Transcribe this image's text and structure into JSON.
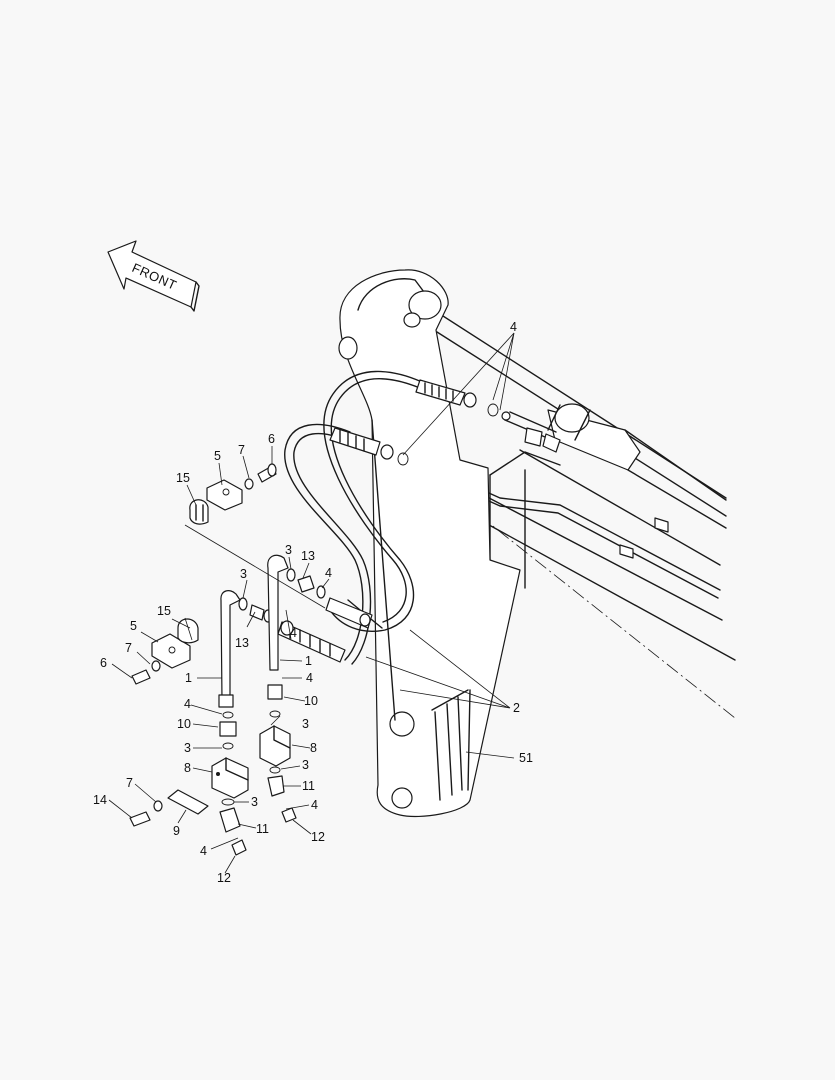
{
  "diagram": {
    "front_arrow": "FRONT",
    "callouts": [
      {
        "id": "c-4-top",
        "text": "4"
      },
      {
        "id": "c-5-top",
        "text": "5"
      },
      {
        "id": "c-7-top",
        "text": "7"
      },
      {
        "id": "c-6-top",
        "text": "6"
      },
      {
        "id": "c-15-top",
        "text": "15"
      },
      {
        "id": "c-3-a",
        "text": "3"
      },
      {
        "id": "c-13-a",
        "text": "13"
      },
      {
        "id": "c-4-a",
        "text": "4"
      },
      {
        "id": "c-3-b",
        "text": "3"
      },
      {
        "id": "c-15-mid",
        "text": "15"
      },
      {
        "id": "c-5-mid",
        "text": "5"
      },
      {
        "id": "c-4-b",
        "text": "4"
      },
      {
        "id": "c-13-b",
        "text": "13"
      },
      {
        "id": "c-7-mid",
        "text": "7"
      },
      {
        "id": "c-6-mid",
        "text": "6"
      },
      {
        "id": "c-1-a",
        "text": "1"
      },
      {
        "id": "c-1-b",
        "text": "1"
      },
      {
        "id": "c-4-c",
        "text": "4"
      },
      {
        "id": "c-10-a",
        "text": "10"
      },
      {
        "id": "c-4-d",
        "text": "4"
      },
      {
        "id": "c-2",
        "text": "2"
      },
      {
        "id": "c-10-b",
        "text": "10"
      },
      {
        "id": "c-3-c",
        "text": "3"
      },
      {
        "id": "c-3-d",
        "text": "3"
      },
      {
        "id": "c-8-a",
        "text": "8"
      },
      {
        "id": "c-51",
        "text": "51"
      },
      {
        "id": "c-8-b",
        "text": "8"
      },
      {
        "id": "c-3-e",
        "text": "3"
      },
      {
        "id": "c-7-low",
        "text": "7"
      },
      {
        "id": "c-11-a",
        "text": "11"
      },
      {
        "id": "c-3-f",
        "text": "3"
      },
      {
        "id": "c-4-e",
        "text": "4"
      },
      {
        "id": "c-14",
        "text": "14"
      },
      {
        "id": "c-9",
        "text": "9"
      },
      {
        "id": "c-11-b",
        "text": "11"
      },
      {
        "id": "c-12-a",
        "text": "12"
      },
      {
        "id": "c-4-f",
        "text": "4"
      },
      {
        "id": "c-12-b",
        "text": "12"
      }
    ]
  }
}
